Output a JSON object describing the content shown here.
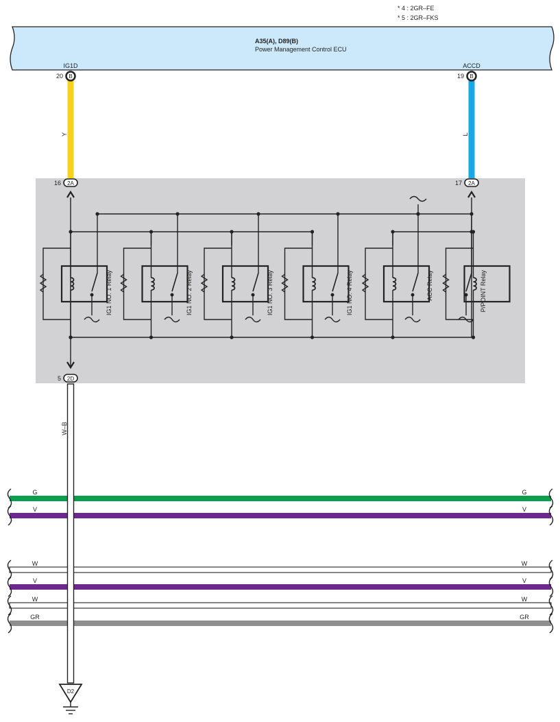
{
  "notes": [
    "* 4 : 2GR–FE",
    "* 5 : 2GR–FKS"
  ],
  "ecu": {
    "codes": "A35(A), D89(B)",
    "name": "Power Management Control ECU",
    "pins": [
      {
        "name": "IG1D",
        "num": "20",
        "conn": "B"
      },
      {
        "name": "ACCD",
        "num": "19",
        "conn": "B"
      }
    ]
  },
  "junction": {
    "pins": [
      {
        "num": "16",
        "conn": "2A"
      },
      {
        "num": "17",
        "conn": "2A"
      },
      {
        "num": "5",
        "conn": "2D"
      }
    ],
    "relays": [
      "IG1 NO. 1 Relay",
      "IG1 NO. 2 Relay",
      "IG1 NO. 3 Relay",
      "IG1 NO. 4 Relay",
      "ACC Relay",
      "P/POINT Relay"
    ]
  },
  "wires": {
    "ig1d": {
      "label": "Y",
      "color": "#f6d21e"
    },
    "accd": {
      "label": "L",
      "color": "#1aa7e6"
    },
    "ground": {
      "label": "W–B"
    }
  },
  "buses": [
    {
      "label": "G",
      "color": "#0a9e4e"
    },
    {
      "label": "V",
      "color": "#6c2a8c"
    },
    {
      "label": "W",
      "color": "#ffffff"
    },
    {
      "label": "V",
      "color": "#6c2a8c"
    },
    {
      "label": "W",
      "color": "#ffffff"
    },
    {
      "label": "GR",
      "color": "#8e8e8e"
    }
  ],
  "ground_point": "D2",
  "colors": {
    "ecu_fill": "#cbe9fb",
    "junction_fill": "#d2d2d4",
    "line": "#222222"
  }
}
